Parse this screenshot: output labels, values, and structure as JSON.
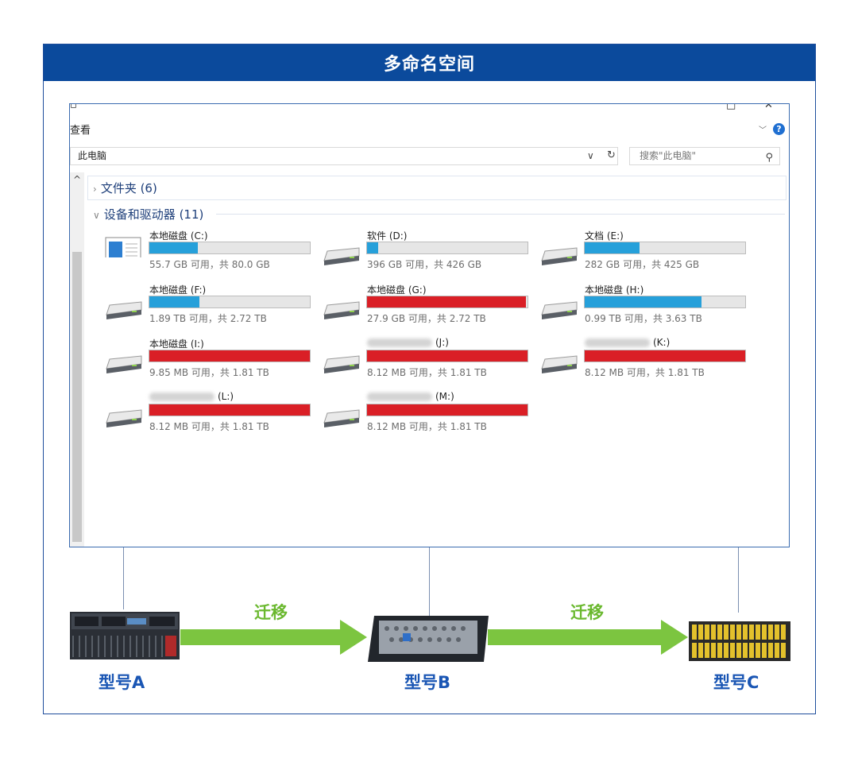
{
  "title": "多命名空间",
  "explorer": {
    "ribbon_label": "查看",
    "address": "此电脑",
    "search_placeholder": "搜索\"此电脑\"",
    "groups": {
      "folders": "文件夹 (6)",
      "devices": "设备和驱动器 (11)"
    },
    "drives": [
      {
        "label": "本地磁盘 (C:)",
        "usage": "55.7 GB 可用，共 80.0 GB",
        "used_fraction": 0.3,
        "status": "normal",
        "icon": "system-drive-icon",
        "redacted": false
      },
      {
        "label": "软件 (D:)",
        "usage": "396 GB 可用，共 426 GB",
        "used_fraction": 0.07,
        "status": "normal",
        "icon": "drive-icon",
        "redacted": false
      },
      {
        "label": "文档 (E:)",
        "usage": "282 GB 可用，共 425 GB",
        "used_fraction": 0.34,
        "status": "normal",
        "icon": "drive-icon",
        "redacted": false
      },
      {
        "label": "本地磁盘 (F:)",
        "usage": "1.89 TB 可用，共 2.72 TB",
        "used_fraction": 0.31,
        "status": "normal",
        "icon": "drive-icon",
        "redacted": false
      },
      {
        "label": "本地磁盘 (G:)",
        "usage": "27.9 GB 可用，共 2.72 TB",
        "used_fraction": 0.99,
        "status": "full",
        "icon": "drive-icon",
        "redacted": false
      },
      {
        "label": "本地磁盘 (H:)",
        "usage": "0.99 TB 可用，共 3.63 TB",
        "used_fraction": 0.73,
        "status": "normal",
        "icon": "drive-icon",
        "redacted": false
      },
      {
        "label": "本地磁盘 (I:)",
        "usage": "9.85 MB 可用，共 1.81 TB",
        "used_fraction": 1.0,
        "status": "full",
        "icon": "drive-icon",
        "redacted": false
      },
      {
        "label": "(J:)",
        "usage": "8.12 MB 可用，共 1.81 TB",
        "used_fraction": 1.0,
        "status": "full",
        "icon": "drive-icon",
        "redacted": true
      },
      {
        "label": "(K:)",
        "usage": "8.12 MB 可用，共 1.81 TB",
        "used_fraction": 1.0,
        "status": "full",
        "icon": "drive-icon",
        "redacted": true
      },
      {
        "label": "(L:)",
        "usage": "8.12 MB 可用，共 1.81 TB",
        "used_fraction": 1.0,
        "status": "full",
        "icon": "drive-icon",
        "redacted": true
      },
      {
        "label": "(M:)",
        "usage": "8.12 MB 可用，共 1.81 TB",
        "used_fraction": 1.0,
        "status": "full",
        "icon": "drive-icon",
        "redacted": true
      }
    ]
  },
  "migration": {
    "arrow1_label": "迁移",
    "arrow2_label": "迁移",
    "models": [
      "型号A",
      "型号B",
      "型号C"
    ]
  },
  "colors": {
    "title_bg": "#0b4a9c",
    "bar_normal": "#26a0da",
    "bar_full": "#da1f26",
    "arrow": "#7cc540",
    "model_text": "#1a56b4"
  }
}
